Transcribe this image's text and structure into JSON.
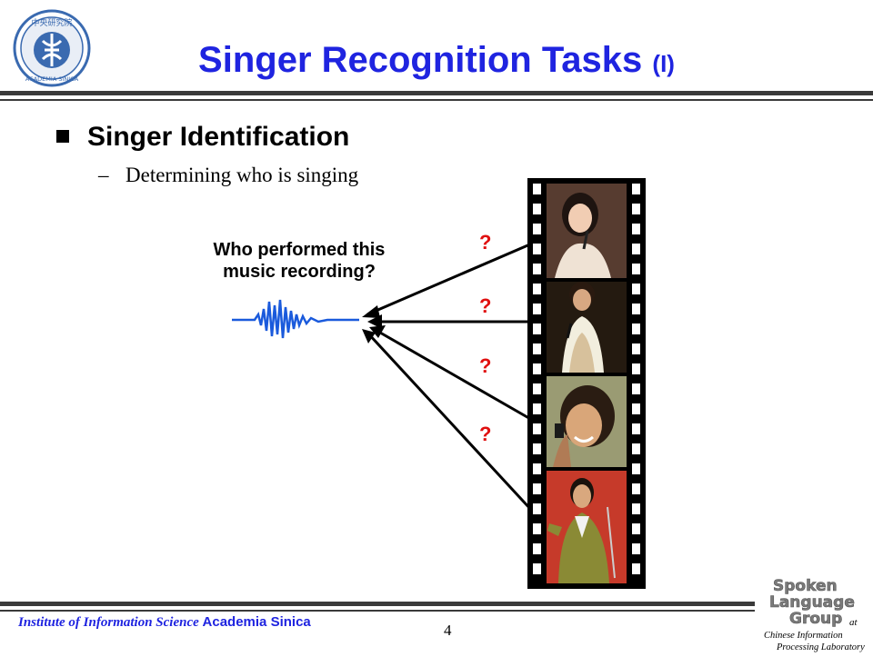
{
  "header": {
    "title": "Singer Recognition Tasks",
    "title_suffix": "(I)",
    "logo_text": "ACADEMIA SINICA"
  },
  "bullets": [
    {
      "label": "Singer Identification",
      "sub": [
        {
          "dash": "–",
          "text": "Determining who is singing"
        }
      ]
    }
  ],
  "diagram": {
    "question_line1": "Who performed this",
    "question_line2": "music recording?",
    "unknown_marks": [
      "?",
      "?",
      "?",
      "?"
    ],
    "waveform_color": "#1a5adc",
    "arrow_color": "#000000",
    "mark_color": "#e01010"
  },
  "footer": {
    "institute": "Institute of Information Science",
    "academia": "Academia Sinica",
    "page_number": "4",
    "group_logo": {
      "line1": "Spoken",
      "line2": "Language",
      "line3": "Group",
      "at": "at",
      "lab1": "Chinese Information",
      "lab2": "Processing Laboratory"
    }
  },
  "colors": {
    "title_blue": "#1f24e0",
    "rule_gray": "#3a3a3a",
    "accent_red": "#e01010"
  }
}
